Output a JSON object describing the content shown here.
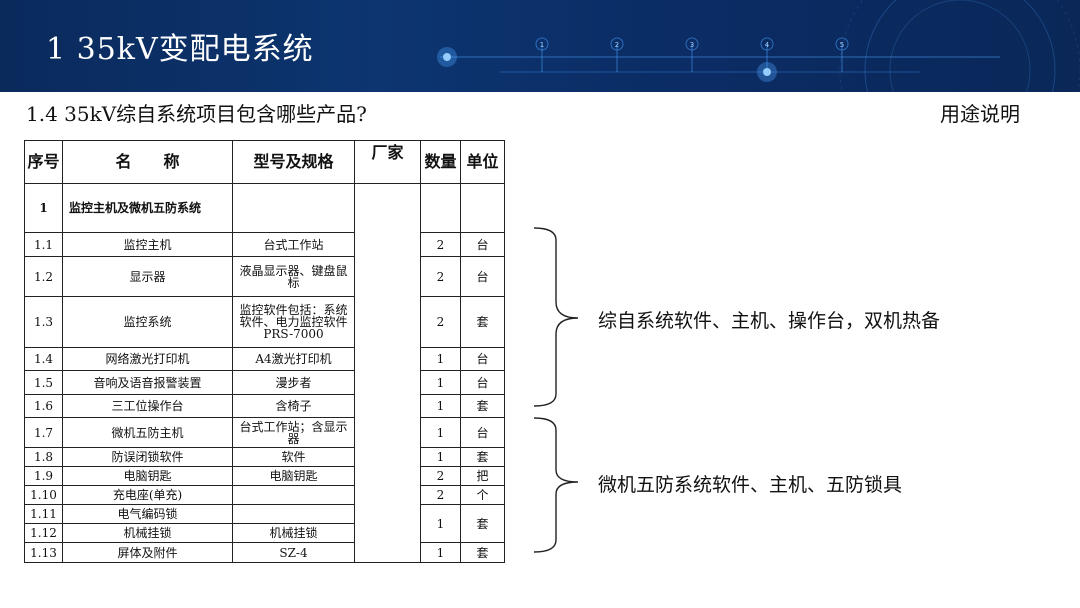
{
  "header": {
    "title": "1 35kV变配电系统"
  },
  "subheader": {
    "left": "1.4 35kV综自系统项目包含哪些产品?",
    "right": "用途说明"
  },
  "table": {
    "headers": [
      "序号",
      "名　　称",
      "型号及规格",
      "厂家",
      "数量",
      "单位"
    ],
    "section": {
      "no": "1",
      "name": "监控主机及微机五防系统"
    },
    "rows": [
      {
        "no": "1.1",
        "name": "监控主机",
        "spec": "台式工作站",
        "qty": "2",
        "unit": "台"
      },
      {
        "no": "1.2",
        "name": "显示器",
        "spec": "液晶显示器、键盘鼠标",
        "qty": "2",
        "unit": "台"
      },
      {
        "no": "1.3",
        "name": "监控系统",
        "spec": "监控软件包括：系统软件、电力监控软件PRS-7000",
        "qty": "2",
        "unit": "套"
      },
      {
        "no": "1.4",
        "name": "网络激光打印机",
        "spec": "A4激光打印机",
        "qty": "1",
        "unit": "台"
      },
      {
        "no": "1.5",
        "name": "音响及语音报警装置",
        "spec": "漫步者",
        "qty": "1",
        "unit": "台"
      },
      {
        "no": "1.6",
        "name": "三工位操作台",
        "spec": "含椅子",
        "qty": "1",
        "unit": "套"
      },
      {
        "no": "1.7",
        "name": "微机五防主机",
        "spec": "台式工作站；含显示器",
        "qty": "1",
        "unit": "台"
      },
      {
        "no": "1.8",
        "name": "防误闭锁软件",
        "spec": "软件",
        "qty": "1",
        "unit": "套"
      },
      {
        "no": "1.9",
        "name": "电脑钥匙",
        "spec": "电脑钥匙",
        "qty": "2",
        "unit": "把"
      },
      {
        "no": "1.10",
        "name": "充电座(单充)",
        "spec": "",
        "qty": "2",
        "unit": "个"
      },
      {
        "no": "1.11",
        "name": "电气编码锁",
        "spec": "",
        "qty": "1",
        "unit": "套"
      },
      {
        "no": "1.12",
        "name": "机械挂锁",
        "spec": "机械挂锁"
      },
      {
        "no": "1.13",
        "name": "屏体及附件",
        "spec": "SZ-4",
        "qty": "1",
        "unit": "套"
      }
    ]
  },
  "notes": {
    "group1": "综自系统软件、主机、操作台，双机热备",
    "group2": "微机五防系统软件、主机、五防锁具"
  },
  "colors": {
    "banner": "#0b2d66",
    "accent": "#2f8bff"
  }
}
